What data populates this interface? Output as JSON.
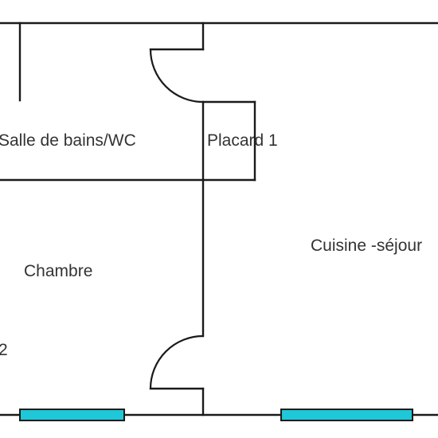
{
  "rooms": {
    "bathroom": "Salle de bains/WC",
    "closet": "Placard 1",
    "kitchen_living": "Cuisine -séjour",
    "bedroom": "Chambre",
    "partial_label": "2"
  },
  "colors": {
    "window_fill": "#1ec8d8",
    "wall": "#1a1a1a",
    "label": "#333333"
  }
}
